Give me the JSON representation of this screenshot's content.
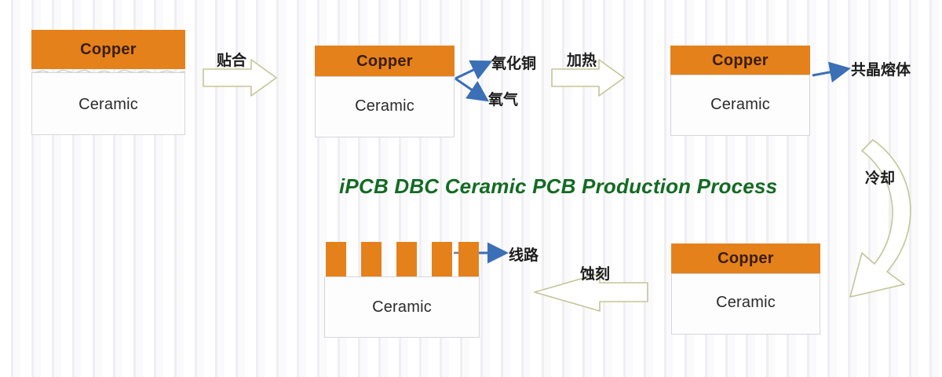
{
  "title": "iPCB DBC Ceramic PCB Production Process",
  "colors": {
    "copper": "#e5811b",
    "ceramic_fill": "#fdfdfe",
    "ceramic_border": "#d6d6da",
    "arrow_outline": "#c3c596",
    "blue_arrow": "#3b6fb6",
    "title_green": "#136b22",
    "text_dark": "#1c1c1c",
    "background": "#ffffff"
  },
  "stages": {
    "stage1": {
      "name": "laminated-stack",
      "copper_label": "Copper",
      "ceramic_label": "Ceramic"
    },
    "stage2": {
      "name": "oxidized-stack",
      "copper_label": "Copper",
      "ceramic_label": "Ceramic",
      "callouts": [
        {
          "name": "copper-oxide",
          "label": "氧化铜"
        },
        {
          "name": "oxygen",
          "label": "氧气"
        }
      ]
    },
    "stage3": {
      "name": "heated-stack",
      "copper_label": "Copper",
      "ceramic_label": "Ceramic",
      "callouts": [
        {
          "name": "eutectic-melt",
          "label": "共晶熔体"
        }
      ]
    },
    "stage4": {
      "name": "cooled-bonded-stack",
      "copper_label": "Copper",
      "ceramic_label": "Ceramic"
    },
    "stage5": {
      "name": "etched-circuit-stack",
      "ceramic_label": "Ceramic",
      "trace_count": 5,
      "callouts": [
        {
          "name": "circuit-trace",
          "label": "线路"
        }
      ]
    }
  },
  "process_arrows": [
    {
      "name": "bonding-arrow",
      "label": "贴合",
      "direction": "right"
    },
    {
      "name": "heating-arrow",
      "label": "加热",
      "direction": "right"
    },
    {
      "name": "cooling-arrow",
      "label": "冷却",
      "direction": "curved-down"
    },
    {
      "name": "etching-arrow",
      "label": "蚀刻",
      "direction": "left"
    }
  ]
}
